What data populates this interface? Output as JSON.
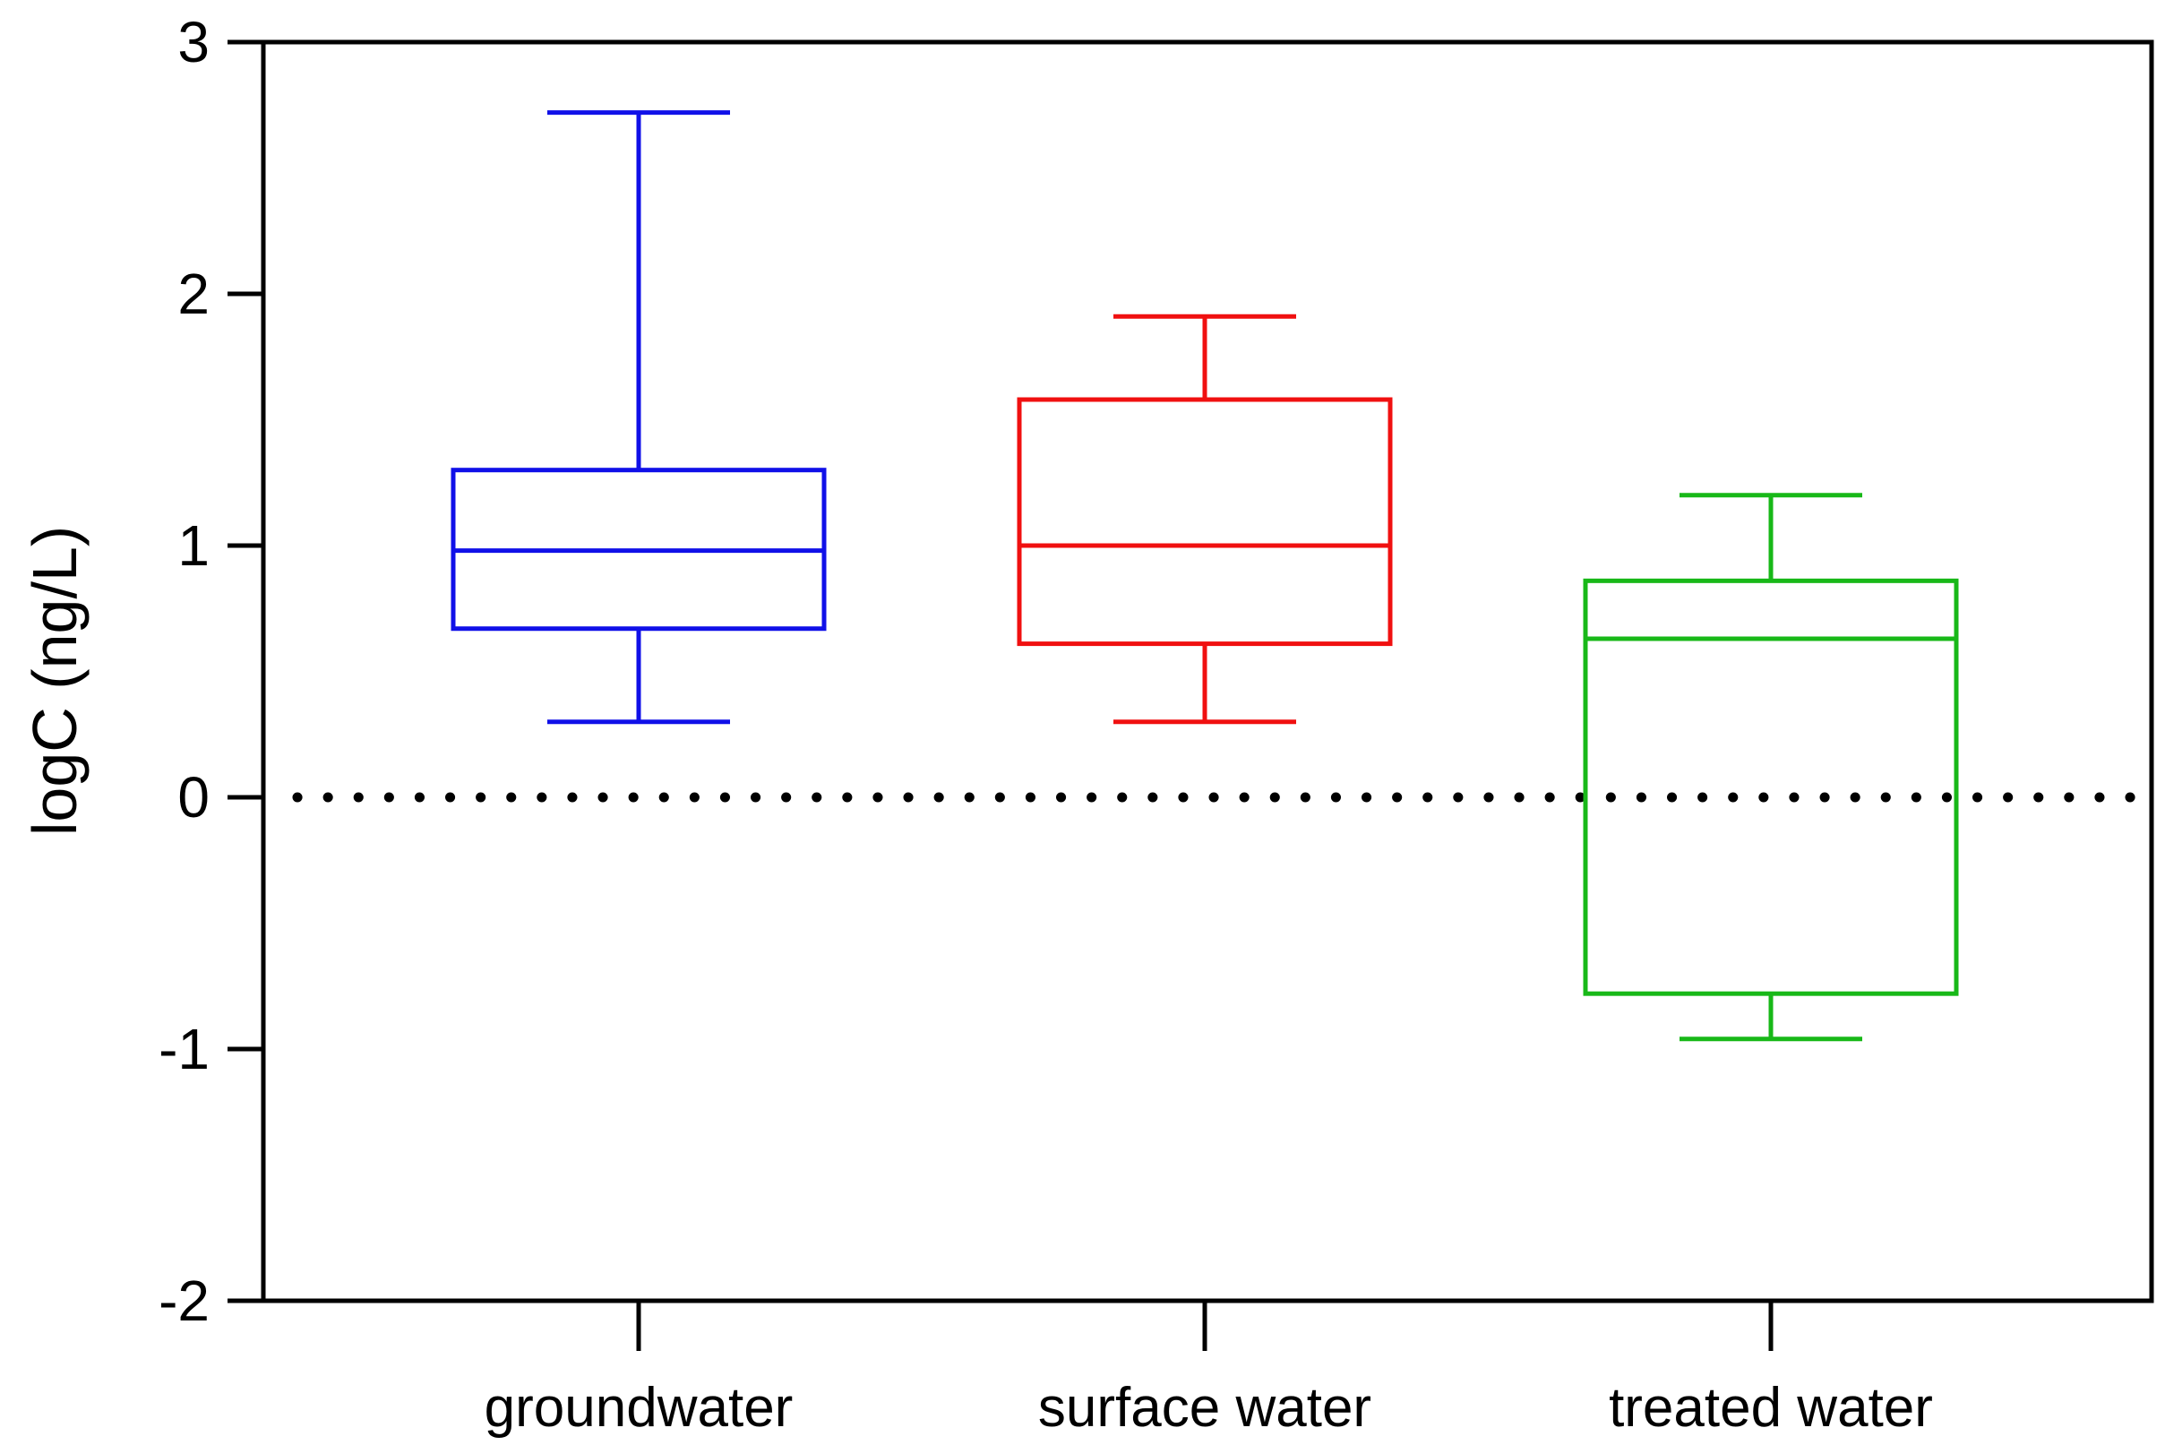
{
  "chart_data": {
    "type": "box",
    "ylabel": "logC (ng/L)",
    "xlabel": "",
    "ylim": [
      -2,
      3
    ],
    "yticks": [
      "-2",
      "-1",
      "0",
      "1",
      "2",
      "3"
    ],
    "reference_line": {
      "y": 0,
      "style": "dotted",
      "color": "#000000"
    },
    "grid": false,
    "legend": "none",
    "categories": [
      "groundwater",
      "surface water",
      "treated water"
    ],
    "series": [
      {
        "category": "groundwater",
        "color": "#1010e8",
        "min": 0.3,
        "q1": 0.67,
        "median": 0.98,
        "q3": 1.3,
        "max": 2.72
      },
      {
        "category": "surface water",
        "color": "#f01010",
        "min": 0.3,
        "q1": 0.61,
        "median": 1.0,
        "q3": 1.58,
        "max": 1.91
      },
      {
        "category": "treated water",
        "color": "#18b818",
        "min": -0.96,
        "q1": -0.78,
        "median": 0.63,
        "q3": 0.86,
        "max": 1.2
      }
    ]
  }
}
